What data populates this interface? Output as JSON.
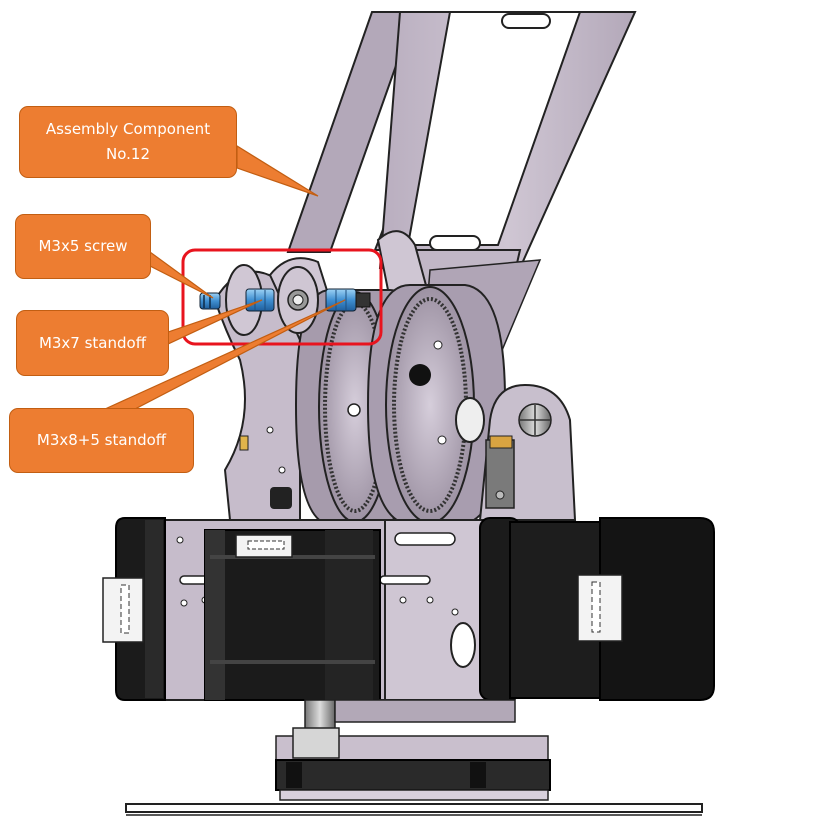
{
  "figure": {
    "callouts": [
      {
        "id": "component",
        "text": "Assembly Component\nNo.12"
      },
      {
        "id": "screw",
        "text": "M3x5 screw"
      },
      {
        "id": "standoff7",
        "text": "M3x7 standoff"
      },
      {
        "id": "standoff85",
        "text": "M3x8+5 standoff"
      }
    ],
    "colors": {
      "callout_fill": "#ed7d31",
      "callout_border": "#c25e12",
      "highlight_box": "#e8141e",
      "metal_plate": "#c9bfcd",
      "motor_black": "#1b1b1b",
      "standoff_blue": "#3f8fd1"
    },
    "icons": [
      "robot-arm-drawing",
      "stepper-motor",
      "gear",
      "standoff",
      "screw"
    ]
  }
}
